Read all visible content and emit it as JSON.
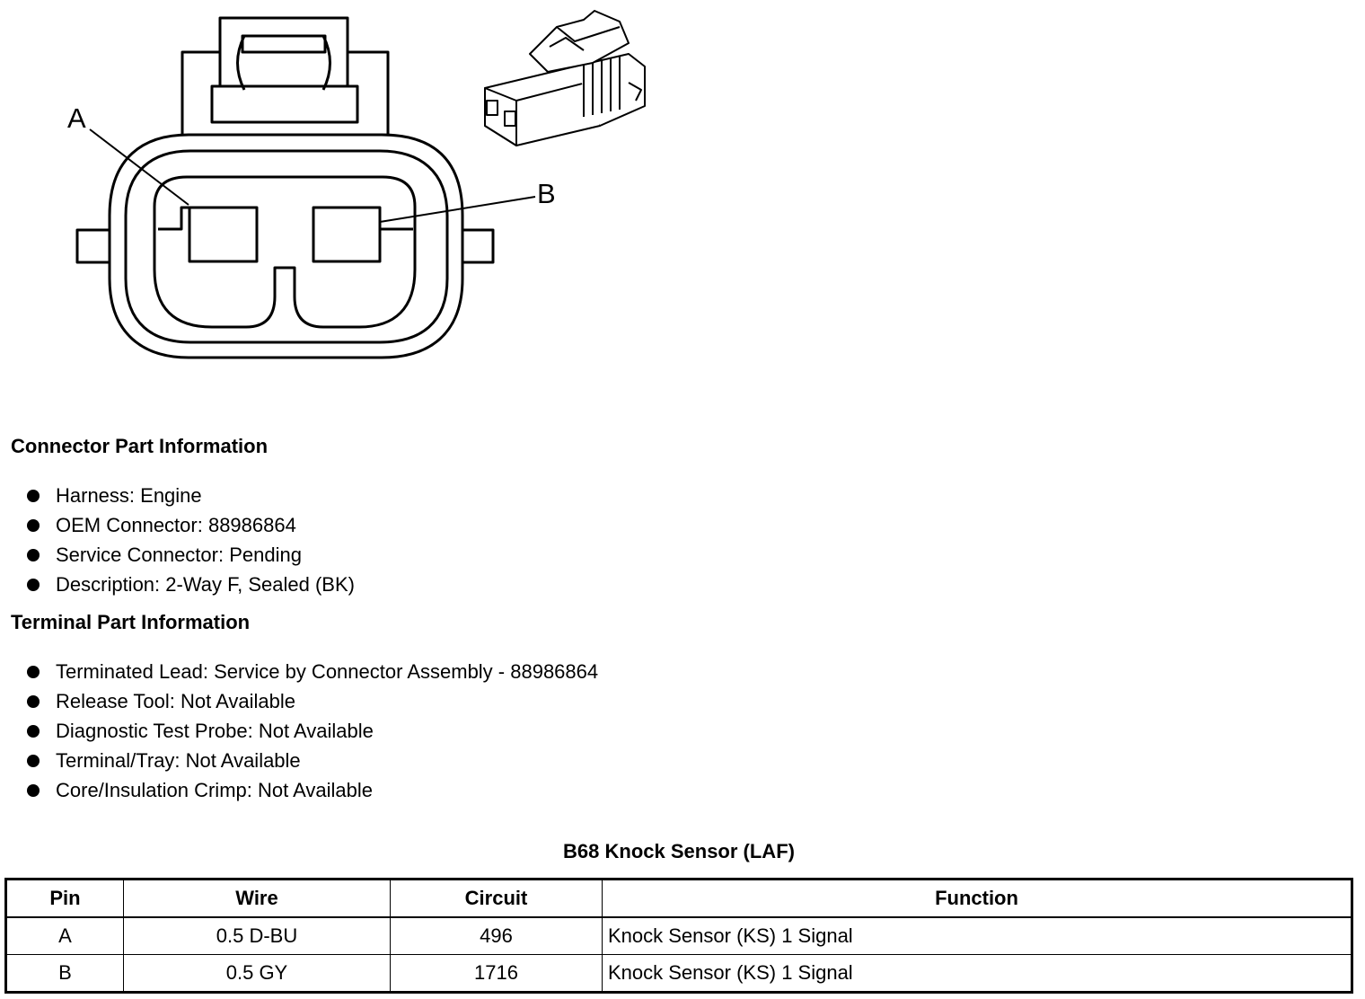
{
  "diagram": {
    "pin_labels": [
      "A",
      "B"
    ]
  },
  "connector_section": {
    "title": "Connector Part Information",
    "items": [
      "Harness: Engine",
      "OEM Connector: 88986864",
      "Service Connector: Pending",
      "Description: 2-Way F, Sealed (BK)"
    ]
  },
  "terminal_section": {
    "title": "Terminal Part Information",
    "items": [
      "Terminated Lead: Service by Connector Assembly - 88986864",
      "Release Tool: Not Available",
      "Diagnostic Test Probe: Not Available",
      "Terminal/Tray: Not Available",
      "Core/Insulation Crimp: Not Available"
    ]
  },
  "table": {
    "caption": "B68 Knock Sensor (LAF)",
    "headers": [
      "Pin",
      "Wire",
      "Circuit",
      "Function"
    ],
    "rows": [
      [
        "A",
        "0.5 D-BU",
        "496",
        "Knock Sensor (KS) 1 Signal"
      ],
      [
        "B",
        "0.5 GY",
        "1716",
        "Knock Sensor (KS) 1 Signal"
      ]
    ]
  }
}
